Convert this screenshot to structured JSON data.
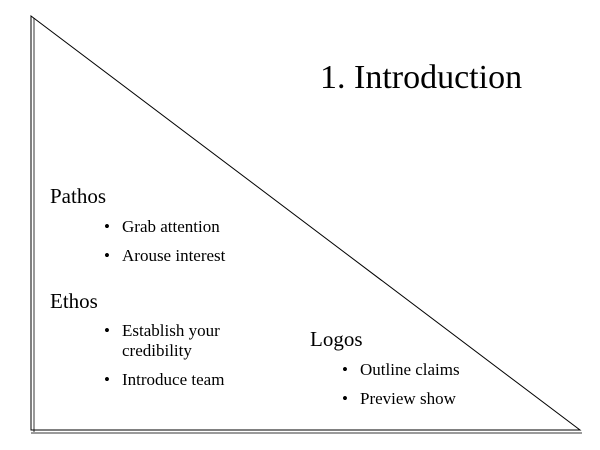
{
  "slide": {
    "title": "1. Introduction",
    "sections": [
      {
        "heading": "Pathos",
        "bullets": [
          "Grab attention",
          "Arouse interest"
        ]
      },
      {
        "heading": "Ethos",
        "bullets": [
          "Establish your credibility",
          "Introduce team"
        ]
      },
      {
        "heading": "Logos",
        "bullets": [
          "Outline claims",
          "Preview show"
        ]
      }
    ]
  },
  "colors": {
    "line": "#000000",
    "shadow": "#9a9a9a",
    "background": "#ffffff"
  }
}
